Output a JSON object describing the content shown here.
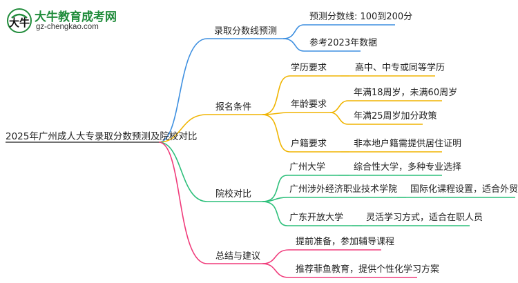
{
  "logo": {
    "title": "大牛教育成考网",
    "url": "gz-chengkao.com"
  },
  "root": "2025年广州成人大专录取分数预测及院校对比",
  "colors": {
    "blue": "#3d8fe0",
    "orange": "#f0b400",
    "green": "#2cbf7a",
    "pink": "#f03a7a",
    "root_line": "#444444"
  },
  "branches": [
    {
      "label": "录取分数线预测",
      "children": [
        {
          "label": "预测分数线: 100到200分"
        },
        {
          "label": "参考2023年数据"
        }
      ]
    },
    {
      "label": "报名条件",
      "children": [
        {
          "label": "学历要求",
          "children": [
            {
              "label": "高中、中专或同等学历"
            }
          ]
        },
        {
          "label": "年龄要求",
          "children": [
            {
              "label": "年满18周岁，未满60周岁"
            },
            {
              "label": "年满25周岁加分政策"
            }
          ]
        },
        {
          "label": "户籍要求",
          "children": [
            {
              "label": "非本地户籍需提供居住证明"
            }
          ]
        }
      ]
    },
    {
      "label": "院校对比",
      "children": [
        {
          "label": "广州大学",
          "children": [
            {
              "label": "综合性大学，多种专业选择"
            }
          ]
        },
        {
          "label": "广州涉外经济职业技术学院",
          "children": [
            {
              "label": "国际化课程设置，适合外贸领域"
            }
          ]
        },
        {
          "label": "广东开放大学",
          "children": [
            {
              "label": "灵活学习方式，适合在职人员"
            }
          ]
        }
      ]
    },
    {
      "label": "总结与建议",
      "children": [
        {
          "label": "提前准备，参加辅导课程"
        },
        {
          "label": "推荐菲鱼教育，提供个性化学习方案"
        }
      ]
    }
  ]
}
